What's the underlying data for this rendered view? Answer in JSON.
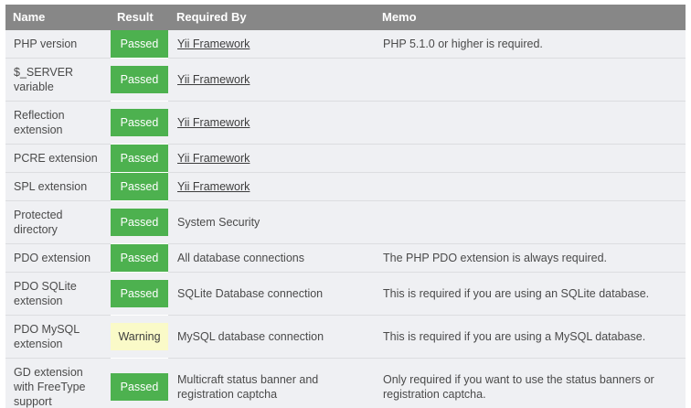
{
  "table": {
    "columns": [
      {
        "key": "name",
        "label": "Name"
      },
      {
        "key": "result",
        "label": "Result"
      },
      {
        "key": "req",
        "label": "Required By"
      },
      {
        "key": "memo",
        "label": "Memo"
      }
    ],
    "colors": {
      "header_bg": "#878787",
      "header_text": "#ffffff",
      "row_bg": "#eff0f3",
      "row_text": "#4a4a4a",
      "passed_bg": "#4db14f",
      "passed_text": "#ffffff",
      "warning_bg": "#fafac8",
      "warning_text": "#3d3d3d",
      "page_bg": "#ffffff",
      "row_divider": "#dcdde0"
    },
    "status_labels": {
      "passed": "Passed",
      "warning": "Warning"
    },
    "rows": [
      {
        "name": "PHP version",
        "result": "Passed",
        "result_status": "passed",
        "required_by": "Yii Framework",
        "required_by_is_link": true,
        "memo": "PHP 5.1.0 or higher is required."
      },
      {
        "name": "$_SERVER variable",
        "result": "Passed",
        "result_status": "passed",
        "required_by": "Yii Framework",
        "required_by_is_link": true,
        "memo": ""
      },
      {
        "name": "Reflection extension",
        "result": "Passed",
        "result_status": "passed",
        "required_by": "Yii Framework",
        "required_by_is_link": true,
        "memo": ""
      },
      {
        "name": "PCRE extension",
        "result": "Passed",
        "result_status": "passed",
        "required_by": "Yii Framework",
        "required_by_is_link": true,
        "memo": ""
      },
      {
        "name": "SPL extension",
        "result": "Passed",
        "result_status": "passed",
        "required_by": "Yii Framework",
        "required_by_is_link": true,
        "memo": ""
      },
      {
        "name": "Protected directory",
        "result": "Passed",
        "result_status": "passed",
        "required_by": "System Security",
        "required_by_is_link": false,
        "memo": ""
      },
      {
        "name": "PDO extension",
        "result": "Passed",
        "result_status": "passed",
        "required_by": "All database connections",
        "required_by_is_link": false,
        "memo": "The PHP PDO extension is always required."
      },
      {
        "name": "PDO SQLite extension",
        "result": "Passed",
        "result_status": "passed",
        "required_by": "SQLite Database connection",
        "required_by_is_link": false,
        "memo": "This is required if you are using an SQLite database."
      },
      {
        "name": "PDO MySQL extension",
        "result": "Warning",
        "result_status": "warning",
        "required_by": "MySQL database connection",
        "required_by_is_link": false,
        "memo": "This is required if you are using a MySQL database."
      },
      {
        "name": "GD extension with FreeType support",
        "result": "Passed",
        "result_status": "passed",
        "required_by": "Multicraft status banner and registration captcha",
        "required_by_is_link": false,
        "memo": "Only required if you want to use the status banners or registration captcha."
      }
    ]
  }
}
